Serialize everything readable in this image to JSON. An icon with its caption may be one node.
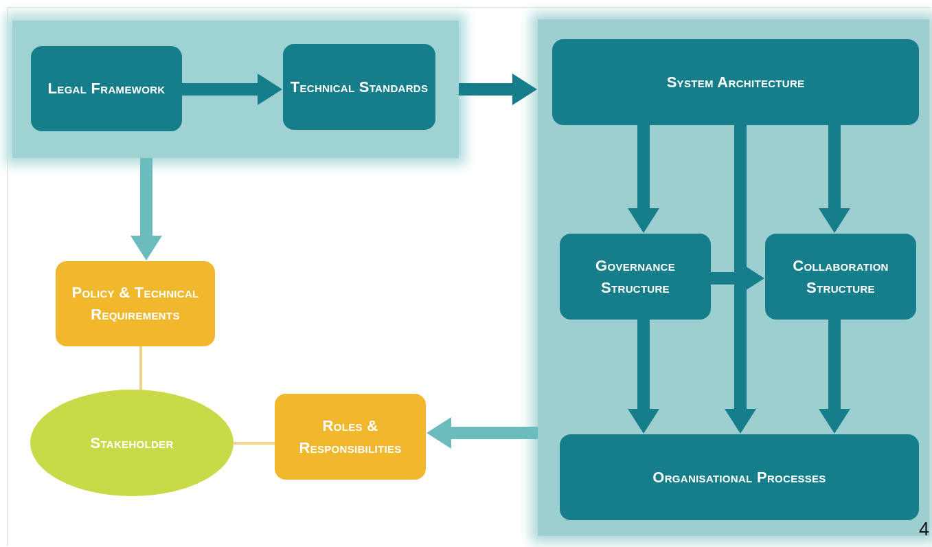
{
  "diagram": {
    "nodes": [
      {
        "text": [],
        "shape": "box"
      },
      {
        "text": [
          "Legal Framework"
        ],
        "in": 0
      },
      {
        "text": [
          "Technical Standards"
        ],
        "in": 0
      },
      {
        "text": [],
        "shape": "box"
      },
      {
        "text": [
          "System Architecture"
        ],
        "in": 3
      },
      {
        "text": [
          "Governance Structure"
        ],
        "in": 3
      },
      {
        "text": [
          "Collaboration Structure"
        ],
        "in": 3
      },
      {
        "text": [
          "Organisational Processes"
        ],
        "in": 3
      },
      {
        "text": [
          "Policy & Technical Requirements"
        ]
      },
      {
        "text": [
          "Stakeholder"
        ]
      },
      {
        "text": [
          "Roles & Responsibilities"
        ]
      }
    ],
    "edges": [
      {
        "from": 1,
        "to": 2,
        "arrow": "to"
      },
      {
        "from": 0,
        "to": 3,
        "arrow": "to"
      },
      {
        "from": 0,
        "to": 8,
        "arrow": "to",
        "color": "#6dbcbd"
      },
      {
        "from": 4,
        "to": 5,
        "arrow": "to"
      },
      {
        "from": 4,
        "to": 7,
        "arrow": "to"
      },
      {
        "from": 4,
        "to": 6,
        "arrow": "to"
      },
      {
        "from": 5,
        "to": 6,
        "arrow": "to"
      },
      {
        "from": 5,
        "to": 7,
        "arrow": "to"
      },
      {
        "from": 6,
        "to": 7,
        "arrow": "to"
      },
      {
        "from": 3,
        "to": 10,
        "arrow": "to",
        "color": "#6dbcbd"
      },
      {
        "from": 8,
        "to": 9,
        "arrow": "none",
        "color": "#f3d38a"
      },
      {
        "from": 9,
        "to": 10,
        "arrow": "none",
        "color": "#f3d38a"
      }
    ],
    "labels": [
      "4"
    ]
  }
}
